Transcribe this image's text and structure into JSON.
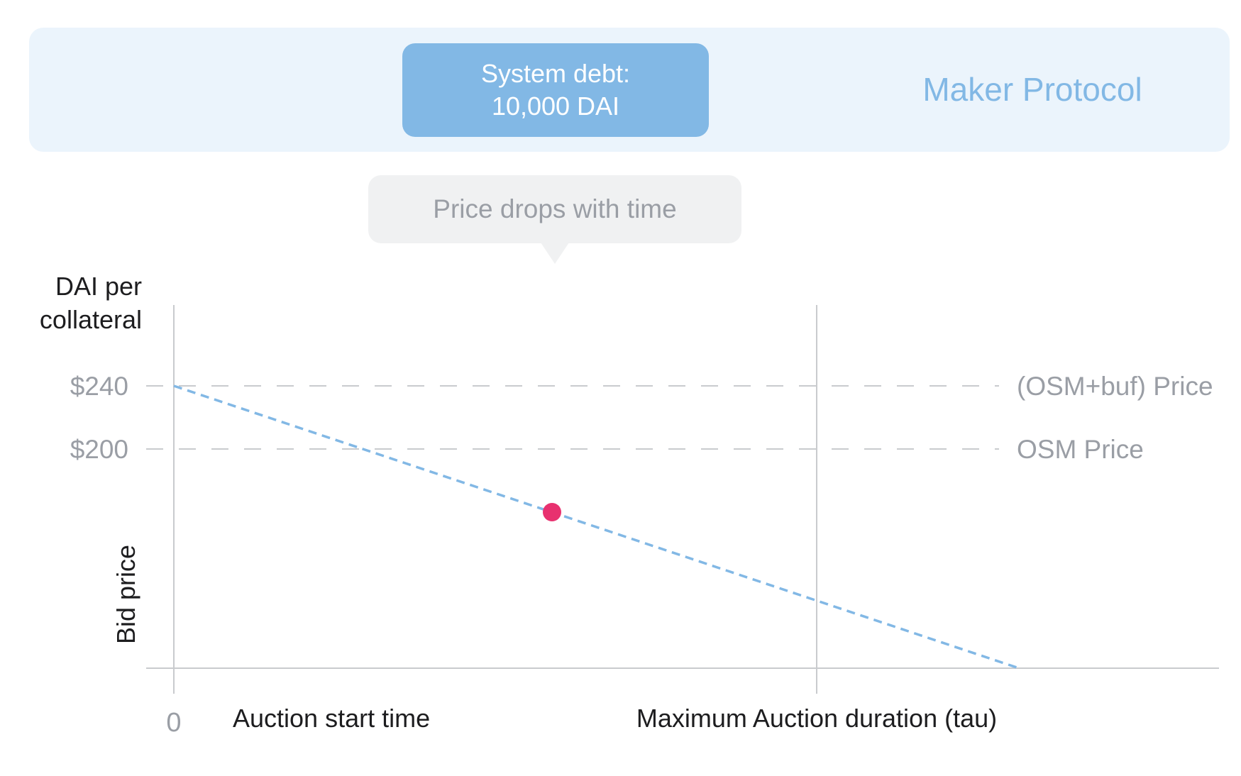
{
  "banner": {
    "title": "Maker Protocol",
    "debt_line1": "System debt:",
    "debt_line2": "10,000 DAI"
  },
  "tooltip": {
    "text": "Price drops with time"
  },
  "chart": {
    "y_title_line1": "DAI per",
    "y_title_line2": "collateral",
    "y_axis_label": "Bid price",
    "origin_label": "0",
    "x_label_start": "Auction start time",
    "x_label_tau": "Maximum Auction duration (tau)",
    "levels": [
      {
        "value": 240,
        "tick_label": "$240",
        "line_label": "(OSM+buf) Price"
      },
      {
        "value": 200,
        "tick_label": "$200",
        "line_label": "OSM Price"
      }
    ],
    "colors": {
      "curve": "#82b8e5",
      "marker": "#e8316f",
      "guide": "#c9cbce",
      "axis": "#c9cbce"
    }
  }
}
